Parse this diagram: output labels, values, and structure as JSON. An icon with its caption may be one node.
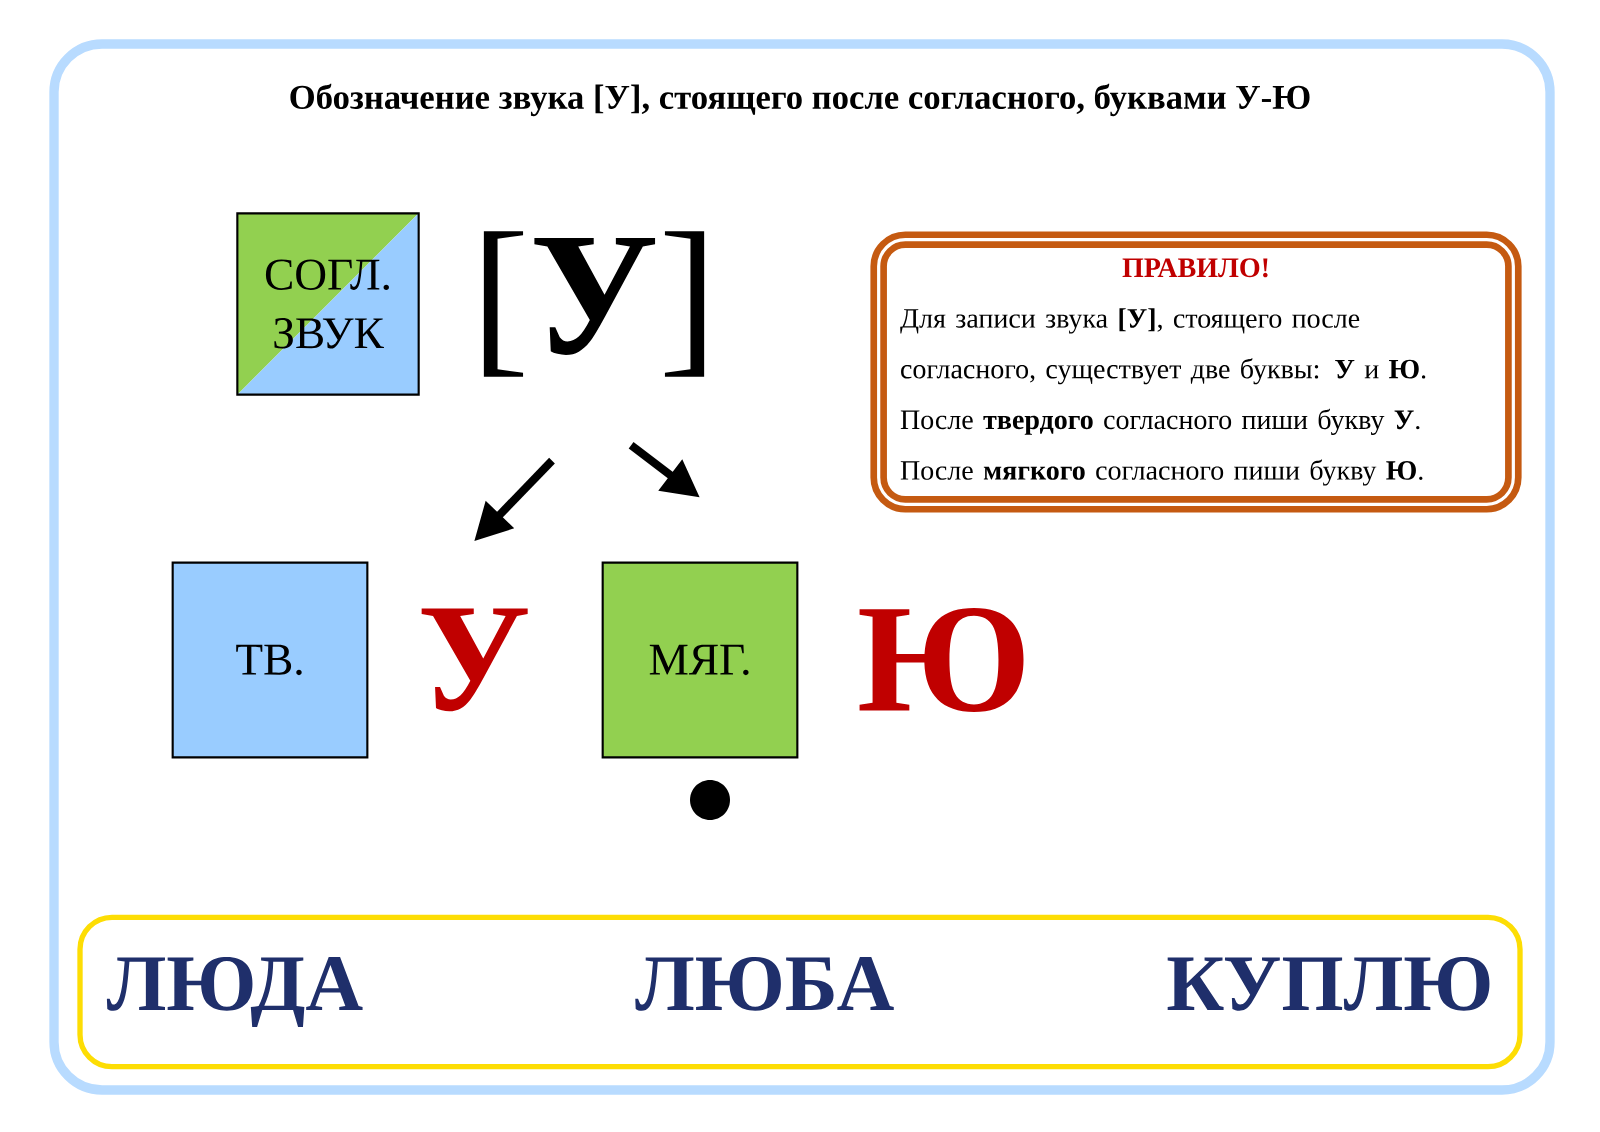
{
  "diagram": {
    "title": "Обозначение звука [У], стоящего после согласного, буквами У-Ю",
    "nodes": [
      {
        "text": [
          "[**У**]"
        ]
      },
      {
        "text": [
          "СОГЛ. ЗВУК"
        ]
      },
      {
        "text": [
          "ТВ."
        ]
      },
      {
        "text": [
          "У"
        ]
      },
      {
        "text": [
          "МЯГ."
        ]
      },
      {
        "text": [
          "Ю"
        ]
      },
      {
        "text": [
          "ПРАВИЛО!",
          "Для записи звука **[У]**, стоящего после согласного, существует две буквы: **У** и **Ю**.",
          "После **твердого** согласного пиши букву **У**.",
          "После **мягкого** согласного пиши букву **Ю**."
        ]
      },
      {
        "text": [
          "ЛЮДА",
          "ЛЮБА",
          "КУПЛЮ"
        ]
      }
    ],
    "edges": [
      {
        "from": 0,
        "to": 3,
        "arrow": "to"
      },
      {
        "from": 0,
        "to": 4,
        "arrow": "to"
      }
    ]
  }
}
